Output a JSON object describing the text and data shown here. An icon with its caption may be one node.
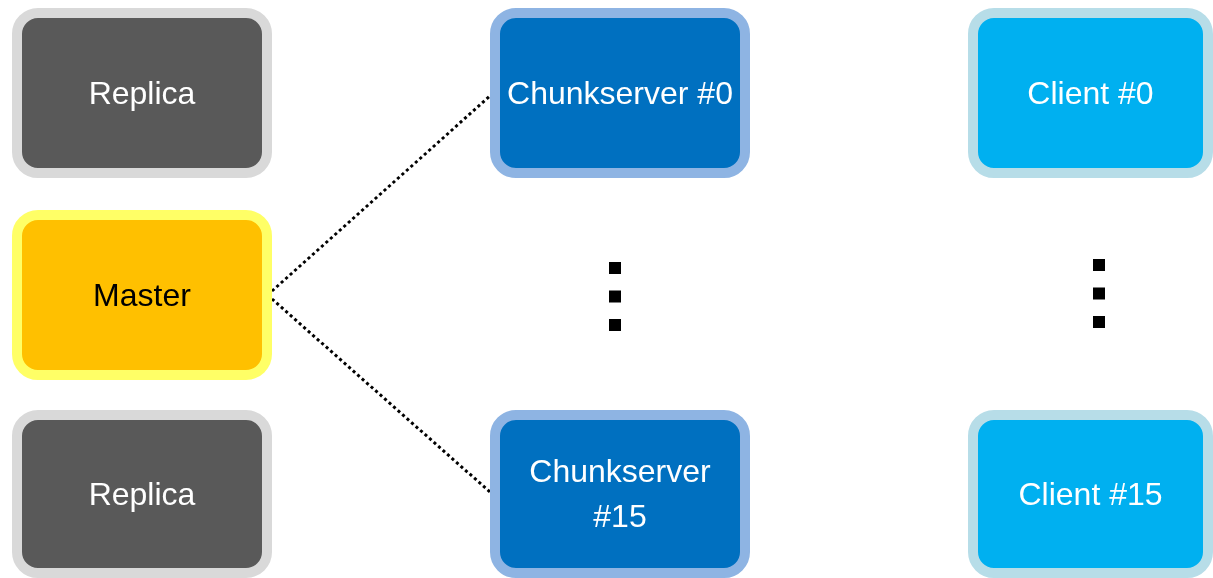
{
  "diagram": {
    "nodes": [
      {
        "text": [
          "Replica"
        ]
      },
      {
        "text": [
          "Master"
        ]
      },
      {
        "text": [
          "Replica"
        ]
      },
      {
        "text": [
          "Chunkserver #0"
        ]
      },
      {
        "text": [
          "Chunkserver #15"
        ]
      },
      {
        "text": [
          "Client #0"
        ]
      },
      {
        "text": [
          "Client #15"
        ]
      }
    ],
    "edges": [
      {
        "from": 1,
        "to": 3,
        "arrow": "none",
        "style": "dashed"
      },
      {
        "from": 1,
        "to": 4,
        "arrow": "none",
        "style": "dashed"
      }
    ]
  }
}
